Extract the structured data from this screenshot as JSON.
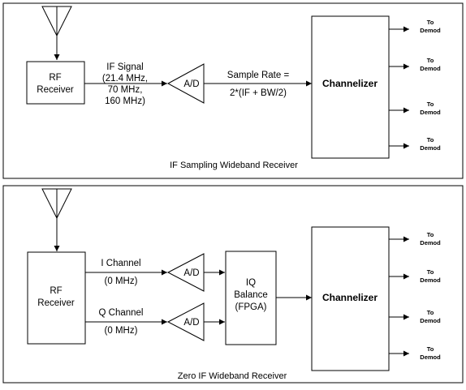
{
  "top": {
    "caption": "IF Sampling Wideband Receiver",
    "rf_receiver": [
      "RF",
      "Receiver"
    ],
    "if_signal": [
      "IF Signal",
      "(21.4 MHz,",
      "70 MHz,",
      "160 MHz)"
    ],
    "ad_label": "A/D",
    "sample_rate": [
      "Sample Rate =",
      "2*(IF + BW/2)"
    ],
    "channelizer": "Channelizer",
    "outputs": [
      {
        "line1": "To",
        "line2": "Demod"
      },
      {
        "line1": "To",
        "line2": "Demod"
      },
      {
        "line1": "To",
        "line2": "Demod"
      },
      {
        "line1": "To",
        "line2": "Demod"
      }
    ]
  },
  "bottom": {
    "caption": "Zero IF Wideband Receiver",
    "rf_receiver": [
      "RF",
      "Receiver"
    ],
    "i_channel": [
      "I Channel",
      "(0 MHz)"
    ],
    "q_channel": [
      "Q Channel",
      "(0 MHz)"
    ],
    "ad_i_label": "A/D",
    "ad_q_label": "A/D",
    "iq_balance": [
      "IQ",
      "Balance",
      "(FPGA)"
    ],
    "channelizer": "Channelizer",
    "outputs": [
      {
        "line1": "To",
        "line2": "Demod"
      },
      {
        "line1": "To",
        "line2": "Demod"
      },
      {
        "line1": "To",
        "line2": "Demod"
      },
      {
        "line1": "To",
        "line2": "Demod"
      }
    ]
  }
}
